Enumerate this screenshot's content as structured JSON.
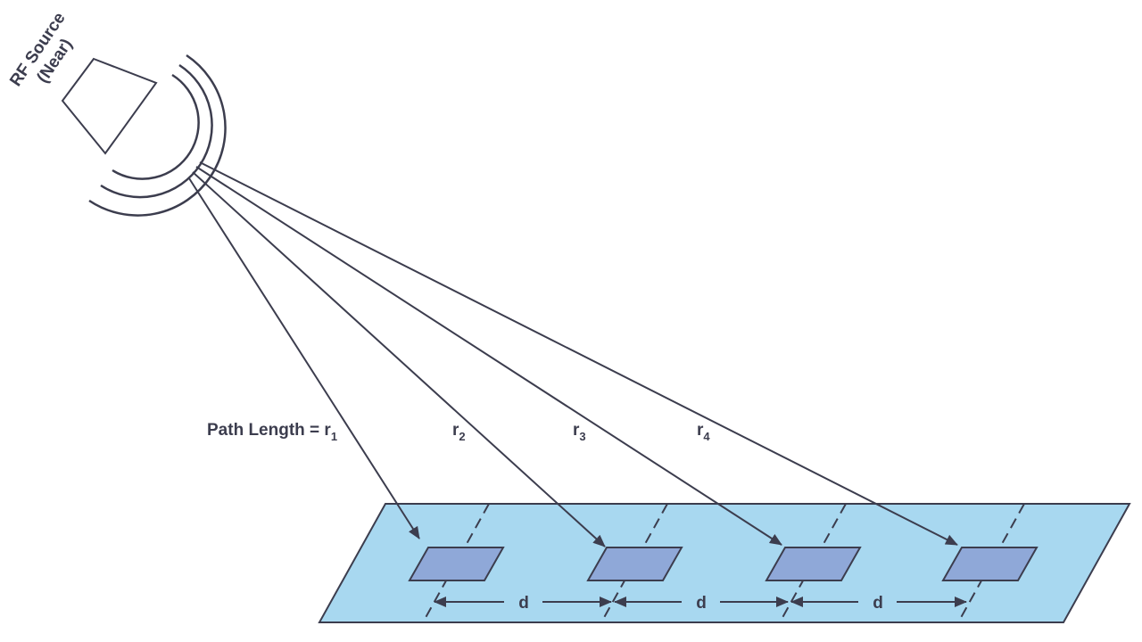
{
  "source": {
    "line1": "RF Source",
    "line2": "(Near)"
  },
  "paths": {
    "r1_prefix": "Path Length = r",
    "r1_sub": "1",
    "r2": "r",
    "r2_sub": "2",
    "r3": "r",
    "r3_sub": "3",
    "r4": "r",
    "r4_sub": "4"
  },
  "spacing": {
    "d1": "d",
    "d2": "d",
    "d3": "d"
  },
  "colors": {
    "stroke": "#3c3d4e",
    "substrate": "#a8d8f0",
    "element": "#8fa8d8"
  }
}
